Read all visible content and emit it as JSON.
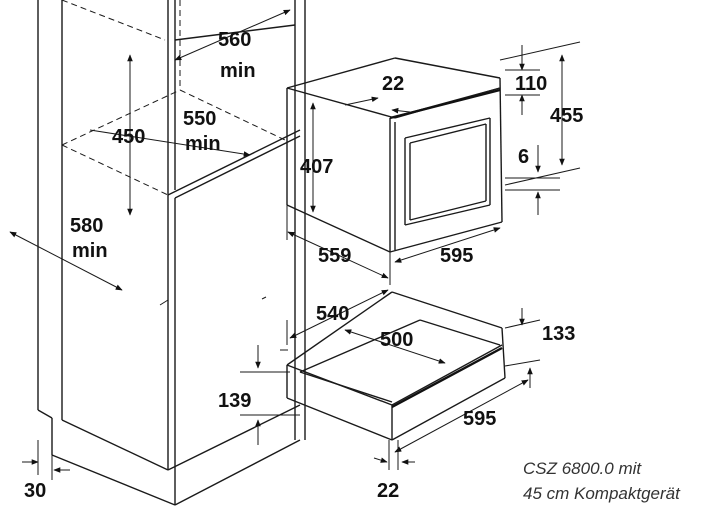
{
  "labels": {
    "d560": "560",
    "d560_min": "min",
    "d550": "550",
    "d550_min": "min",
    "d450": "450",
    "d580": "580",
    "d580_min": "min",
    "d22_top": "22",
    "d110": "110",
    "d455": "455",
    "d407": "407",
    "d6": "6",
    "d559": "559",
    "d595_oven": "595",
    "d540": "540",
    "d500": "500",
    "d133": "133",
    "d139": "139",
    "d595_drawer": "595",
    "d30": "30",
    "d22_bottom": "22"
  },
  "caption": {
    "line1": "CSZ 6800.0 mit",
    "line2": "45 cm Kompaktgerät"
  }
}
